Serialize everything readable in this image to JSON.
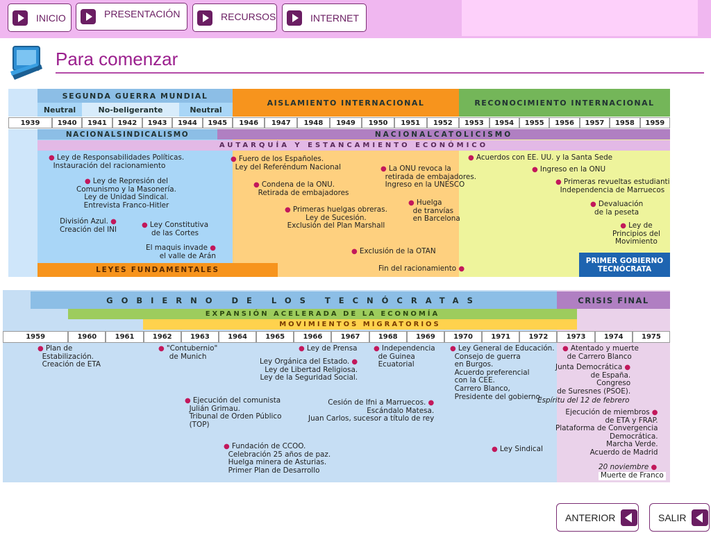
{
  "nav": [
    {
      "label": "INICIO"
    },
    {
      "label": "PRESENTACIÓN"
    },
    {
      "label": "RECURSOS"
    },
    {
      "label": "INTERNET"
    }
  ],
  "header": {
    "title": "Para comenzar",
    "icon": "computer-monitor-icon"
  },
  "top_timeline": {
    "periods": {
      "sgm": "SEGUNDA GUERRA MUNDIAL",
      "neutral1": "Neutral",
      "nobel": "No-beligerante",
      "neutral2": "Neutral",
      "aislamiento": "AISLAMIENTO INTERNACIONAL",
      "reconocimiento": "RECONOCIMIENTO INTERNACIONAL",
      "nacsind": "NACIONALSINDICALISMO",
      "naccat": "NACIONALCATOLICISMO",
      "autarquia": "AUTARQUÍA Y ESTANCAMIENTO ECONÓMICO",
      "leyes": "LEYES FUNDAMENTALES",
      "primer": [
        "PRIMER GOBIERNO",
        "TECNÓCRATA"
      ]
    },
    "years": [
      "1939",
      "1940",
      "1941",
      "1942",
      "1943",
      "1944",
      "1945",
      "1946",
      "1947",
      "1948",
      "1949",
      "1950",
      "1951",
      "1952",
      "1953",
      "1954",
      "1955",
      "1956",
      "1957",
      "1958",
      "1959"
    ],
    "events": [
      {
        "lines": [
          "Ley de Responsabilidades Políticas.",
          "Instauración del racionamiento"
        ]
      },
      {
        "lines": [
          "Ley de Represión del",
          "Comunismo y la Masonería.",
          "Ley de Unidad Sindical.",
          "Entrevista Franco-Hitler"
        ]
      },
      {
        "lines": [
          "División Azul.",
          "Creación del INI"
        ]
      },
      {
        "lines": [
          "Ley Constitutiva",
          "de las Cortes"
        ]
      },
      {
        "lines": [
          "El maquis invade",
          "el valle de Arán"
        ]
      },
      {
        "lines": [
          "Fuero de los Españoles.",
          "Ley del Referéndum Nacional"
        ]
      },
      {
        "lines": [
          "Condena de la ONU.",
          "Retirada de embajadores"
        ]
      },
      {
        "lines": [
          "Primeras huelgas obreras.",
          "Ley de Sucesión.",
          "Exclusión del Plan Marshall"
        ]
      },
      {
        "lines": [
          "La ONU revoca la",
          "retirada de embajadores.",
          "Ingreso en la UNESCO"
        ]
      },
      {
        "lines": [
          "Huelga",
          "de tranvías",
          "en Barcelona"
        ]
      },
      {
        "lines": [
          "Exclusión de la OTAN"
        ]
      },
      {
        "lines": [
          "Fin del racionamiento"
        ]
      },
      {
        "lines": [
          "Acuerdos con EE. UU. y la Santa Sede"
        ]
      },
      {
        "lines": [
          "Ingreso en la ONU"
        ]
      },
      {
        "lines": [
          "Primeras revueltas estudiantiles.",
          "Independencia de Marruecos"
        ]
      },
      {
        "lines": [
          "Devaluación",
          "de la peseta"
        ]
      },
      {
        "lines": [
          "Ley de",
          "Principios del",
          "Movimiento"
        ]
      }
    ]
  },
  "bottom_timeline": {
    "periods": {
      "gobierno": "GOBIERNO DE LOS TECNÓCRATAS",
      "crisis": "CRISIS FINAL",
      "expansion": "EXPANSIÓN ACELERADA DE LA ECONOMÍA",
      "movimientos": "MOVIMIENTOS MIGRATORIOS"
    },
    "years": [
      "1959",
      "1960",
      "1961",
      "1962",
      "1963",
      "1964",
      "1965",
      "1966",
      "1967",
      "1968",
      "1969",
      "1970",
      "1971",
      "1972",
      "1973",
      "1974",
      "1975"
    ],
    "events": [
      {
        "lines": [
          "Plan de",
          "Estabilización.",
          "Creación de ETA"
        ]
      },
      {
        "lines": [
          "\"Contubernio\"",
          "de Munich"
        ]
      },
      {
        "lines": [
          "Ley de Prensa"
        ]
      },
      {
        "lines": [
          "Ley Orgánica del Estado.",
          "Ley de Libertad Religiosa.",
          "Ley de la Seguridad Social."
        ]
      },
      {
        "lines": [
          "Independencia",
          "de Guinea",
          "Ecuatorial"
        ]
      },
      {
        "lines": [
          "Ley General de Educación.",
          "Consejo de guerra",
          "en Burgos.",
          "Acuerdo preferencial",
          "con la CEE.",
          "Carrero Blanco,",
          "Presidente del gobierno."
        ]
      },
      {
        "lines": [
          "Atentado y muerte",
          "de Carrero Blanco"
        ]
      },
      {
        "lines": [
          "Junta Democrática",
          "de España.",
          "Congreso",
          "de Suresnes (PSOE)."
        ]
      },
      {
        "lines": [
          "Espíritu del 12 de febrero"
        ]
      },
      {
        "lines": [
          "Ejecución del comunista",
          "Julián Grimau.",
          "Tribunal de Orden Público",
          "(TOP)"
        ]
      },
      {
        "lines": [
          "Cesión de Ifni a Marruecos.",
          "Escándalo Matesa.",
          "Juan Carlos, sucesor a título de rey"
        ]
      },
      {
        "lines": [
          "Ejecución de miembros",
          "de ETA y FRAP.",
          "Plataforma de Convergencia",
          "Democrática.",
          "Marcha Verde.",
          "Acuerdo de Madrid"
        ]
      },
      {
        "lines": [
          "Fundación de CCOO.",
          "Celebración 25 años de paz.",
          "Huelga minera de Asturias.",
          "Primer Plan de Desarrollo"
        ]
      },
      {
        "lines": [
          "Ley Sindical"
        ]
      },
      {
        "lines": [
          "20 noviembre"
        ]
      },
      {
        "lines": [
          "Muerte de Franco"
        ]
      }
    ]
  },
  "footer": {
    "prev": "ANTERIOR",
    "exit": "SALIR"
  }
}
